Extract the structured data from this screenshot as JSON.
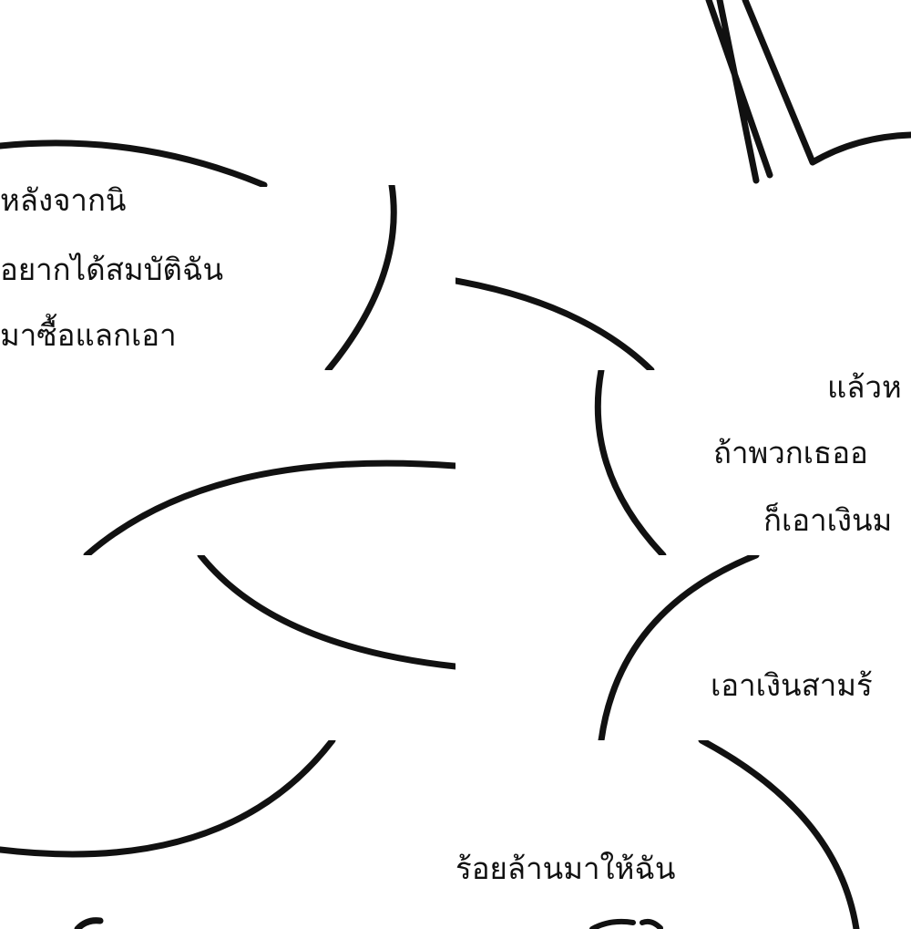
{
  "palette": {
    "background": "#ffffff",
    "ink": "#111111"
  },
  "speech_bubbles": {
    "left_bubble": {
      "line_1": "หลังจากนิ",
      "line_2": "อยากได้สมบัติฉัน",
      "line_3": "มาซื้อแลกเอา"
    },
    "right_bubble_upper": {
      "line_1": "แล้วห",
      "line_2": "ถ้าพวกเธออ",
      "line_3": "ก็เอาเงินม"
    },
    "right_bubble_lower": {
      "line_1": "เอาเงินสามร้"
    },
    "bottom_bubble": {
      "line_1": "ร้อยล้านมาให้ฉัน"
    }
  }
}
